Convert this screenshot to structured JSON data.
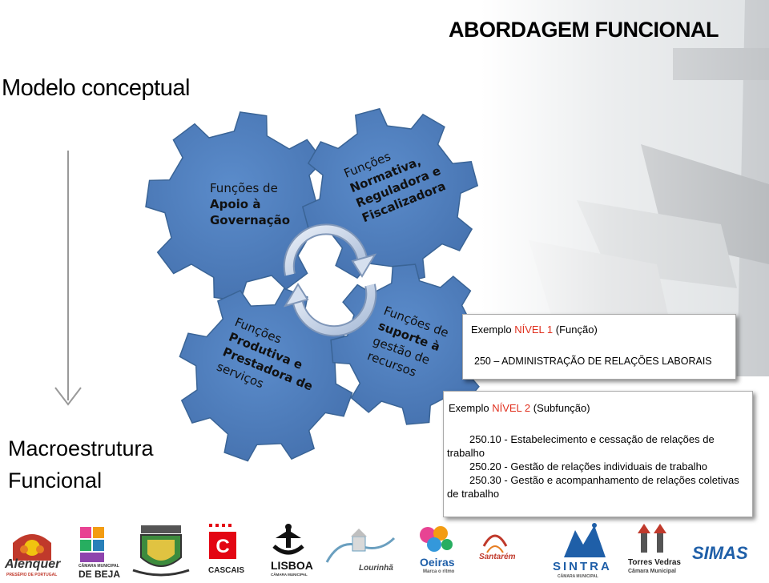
{
  "slide": {
    "title": "ABORDAGEM FUNCIONAL",
    "subtitle": "Modelo conceptual",
    "left_label_line1": "Macroestrutura",
    "left_label_line2": "Funcional"
  },
  "gears": [
    {
      "lines": [
        "Funções de",
        "Apoio à",
        "Governação"
      ]
    },
    {
      "lines": [
        "Funções",
        "Normativa,",
        "Reguladora e",
        "Fiscalizadora"
      ]
    },
    {
      "lines": [
        "Funções",
        "Produtiva e",
        "Prestadora de",
        "serviços"
      ]
    },
    {
      "lines": [
        "Funções de",
        "suporte à",
        "gestão de",
        "recursos"
      ]
    }
  ],
  "example_level1": {
    "prefix": "Exemplo",
    "level": "NÍVEL 1",
    "suffix": "(Função)",
    "item": "250 – ADMINISTRAÇÃO DE RELAÇÕES LABORAIS"
  },
  "example_level2": {
    "prefix": "Exemplo",
    "level": "NÍVEL 2",
    "suffix": "(Subfunção)",
    "items": [
      "250.10 - Estabelecimento e cessação de relações de trabalho",
      "250.20 - Gestão de relações individuais de trabalho",
      "250.30 - Gestão e acompanhamento de relações coletivas de trabalho"
    ]
  },
  "logos": [
    {
      "name": "Alenquer",
      "sub": "PRESÉPIO DE PORTUGAL"
    },
    {
      "name": "DE BEJA",
      "sub": "CÂMARA MUNICIPAL"
    },
    {
      "name": "",
      "sub": ""
    },
    {
      "name": "CASCAIS",
      "sub": ""
    },
    {
      "name": "LISBOA",
      "sub": "CÂMARA MUNICIPAL"
    },
    {
      "name": "Lourinhã",
      "sub": ""
    },
    {
      "name": "Oeiras",
      "sub": "Marca o ritmo"
    },
    {
      "name": "Santarém",
      "sub": ""
    },
    {
      "name": "SINTRA",
      "sub": "CÂMARA MUNICIPAL"
    },
    {
      "name": "Torres Vedras",
      "sub": "Câmara Municipal"
    },
    {
      "name": "SIMAS",
      "sub": ""
    }
  ],
  "colors": {
    "gear_fill": "#4f81bd",
    "gear_stroke": "#3a6496",
    "accent": "#e0301e"
  }
}
